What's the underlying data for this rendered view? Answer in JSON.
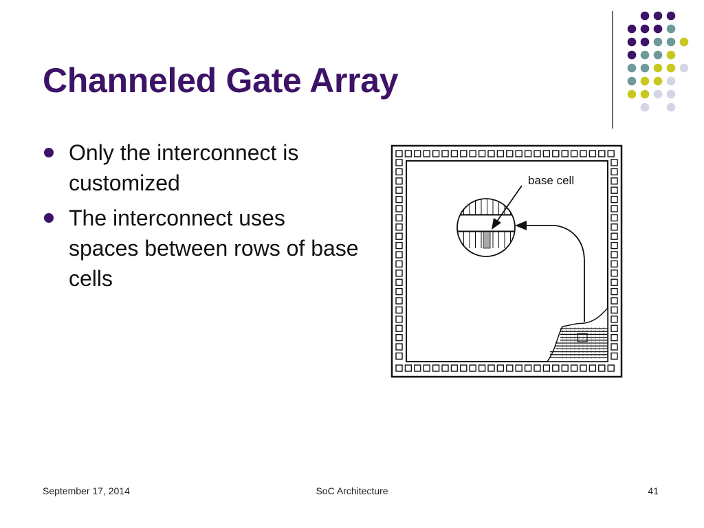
{
  "slide": {
    "title": "Channeled Gate Array",
    "bullets": [
      "Only the interconnect is customized",
      "The interconnect uses spaces between rows of base cells"
    ],
    "figure_label": "base cell",
    "footer": {
      "date": "September 17, 2014",
      "title": "SoC Architecture",
      "page": "41"
    }
  },
  "colors": {
    "title": "#3d1367",
    "dot_purple": "#3d1367",
    "dot_teal": "#6e9a9b",
    "dot_yellow": "#c8c81e",
    "dot_lavender": "#d5d5e8",
    "highlight_cell": "#a8a8a8"
  }
}
